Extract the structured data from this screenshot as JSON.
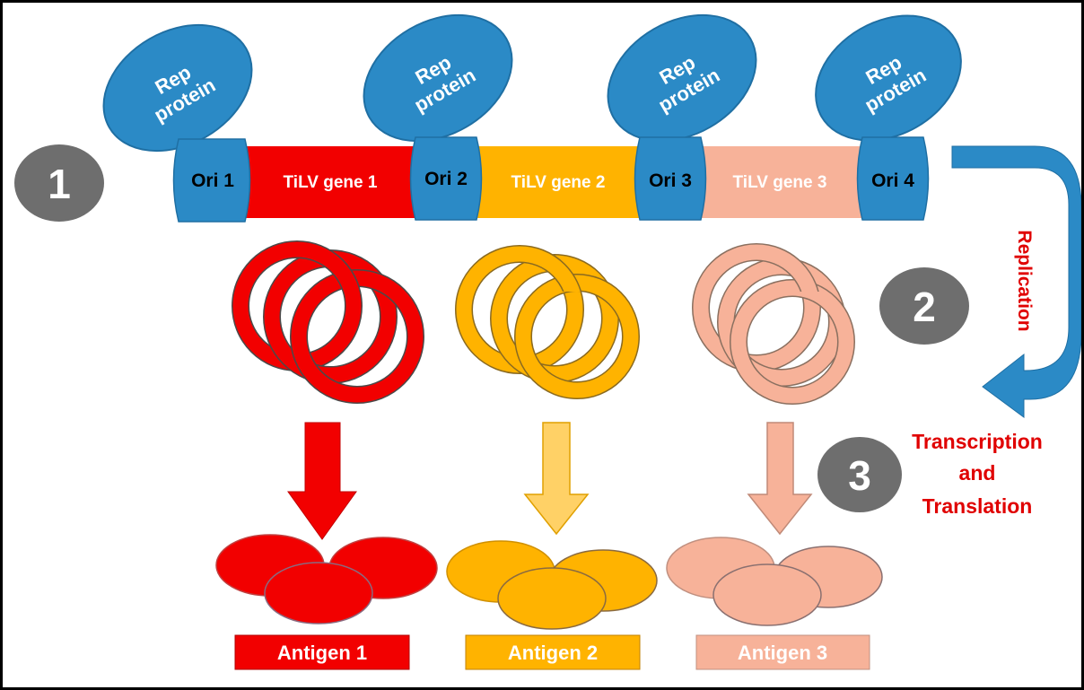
{
  "colors": {
    "blue": "#2b8ac6",
    "blue_stroke": "#1f6fa3",
    "gene1": "#f20000",
    "gene2": "#ffb300",
    "gene3": "#f7b299",
    "step_circle": "#6e6e6e",
    "label_red": "#e00000"
  },
  "rep_label": [
    "Rep",
    "protein"
  ],
  "steps": [
    "1",
    "2",
    "3"
  ],
  "replication_label": "Replication",
  "transcription_label": [
    "Transcription",
    "and",
    "Translation"
  ],
  "construct": {
    "ori": [
      "Ori 1",
      "Ori 2",
      "Ori 3",
      "Ori 4"
    ],
    "genes": [
      "TiLV gene 1",
      "TiLV gene 2",
      "TiLV gene 3"
    ]
  },
  "antigens": [
    "Antigen 1",
    "Antigen 2",
    "Antigen 3"
  ]
}
